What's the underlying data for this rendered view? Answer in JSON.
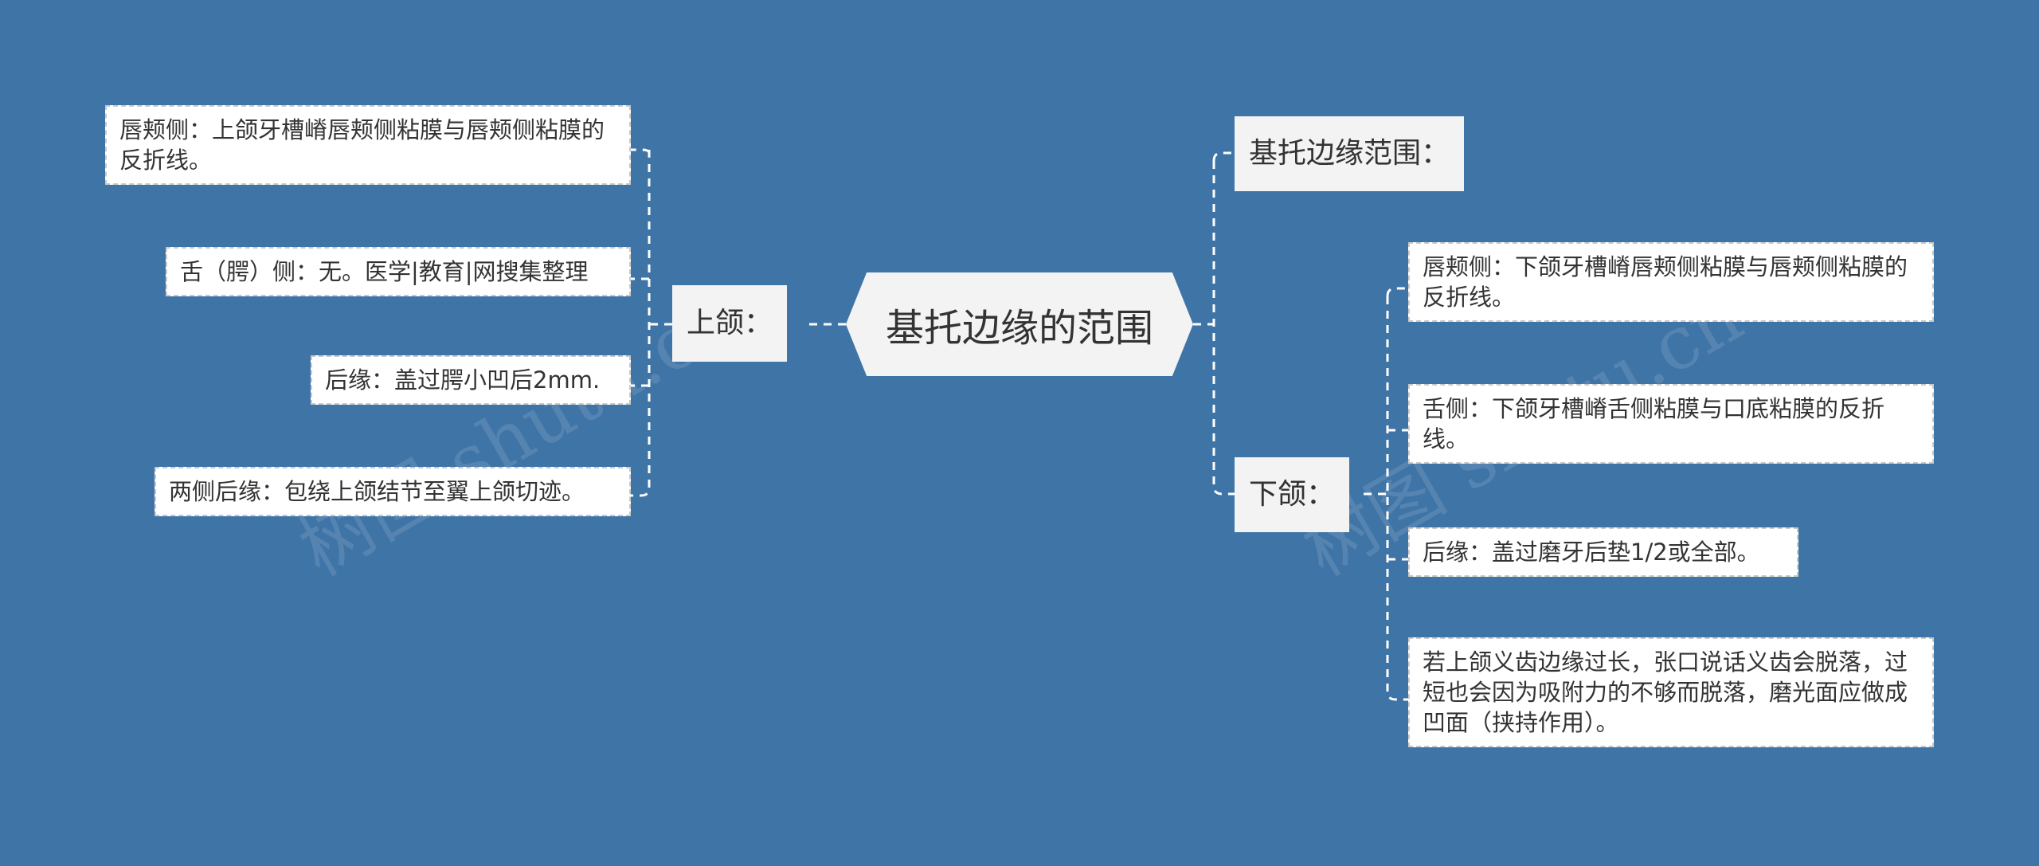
{
  "root": {
    "label": "基托边缘的范围"
  },
  "branches": {
    "upper": {
      "label": "上颌：",
      "children": [
        "唇颊侧：上颌牙槽嵴唇颊侧粘膜与唇颊侧粘膜的反折线。",
        "舌（腭）侧：无。医学|教育|网搜集整理",
        "后缘：盖过腭小凹后2mm.",
        "两侧后缘：包绕上颌结节至翼上颌切迹。"
      ]
    },
    "range": {
      "label": "基托边缘范围："
    },
    "lower": {
      "label": "下颌：",
      "children": [
        "唇颊侧：下颌牙槽嵴唇颊侧粘膜与唇颊侧粘膜的反折线。",
        "舌侧：下颌牙槽嵴舌侧粘膜与口底粘膜的反折线。",
        "后缘：盖过磨牙后垫1/2或全部。",
        "若上颌义齿边缘过长，张口说话义齿会脱落，过短也会因为吸附力的不够而脱落，磨光面应做成凹面（挟持作用）。"
      ]
    }
  },
  "watermark": "树图 shutu.cn",
  "colors": {
    "background": "#3f74a7",
    "node": "#ffffff",
    "branch": "#f3f3f3",
    "line": "#ffffff"
  }
}
